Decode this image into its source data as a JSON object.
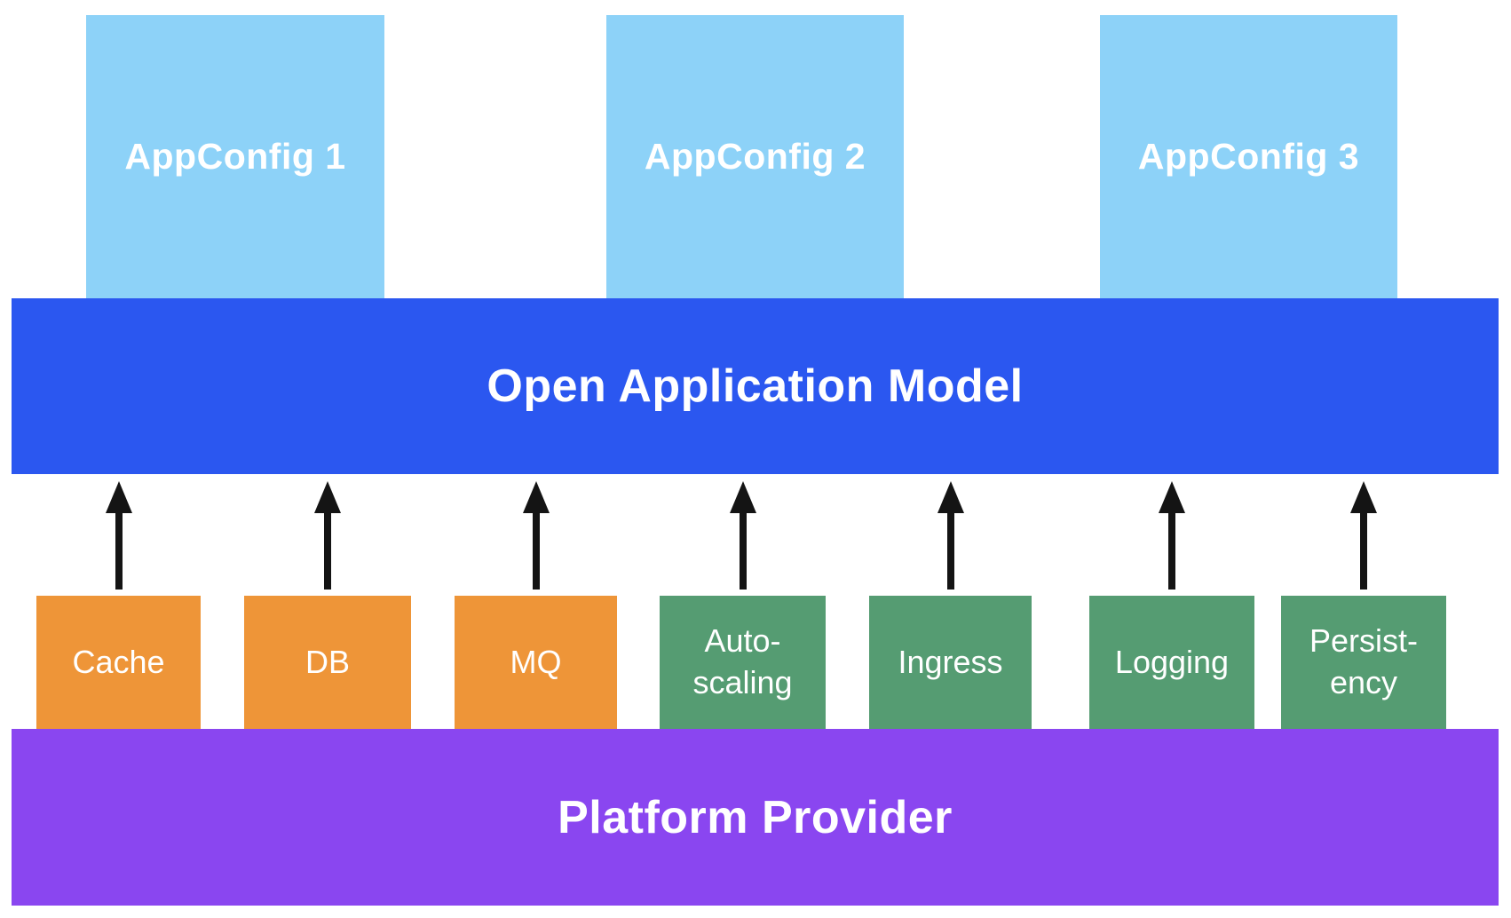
{
  "app_configs": [
    {
      "label": "AppConfig 1"
    },
    {
      "label": "AppConfig 2"
    },
    {
      "label": "AppConfig 3"
    }
  ],
  "oam_layer": {
    "label": "Open Application Model"
  },
  "platform_layer": {
    "label": "Platform Provider"
  },
  "capabilities": [
    {
      "label": "Cache",
      "color_group": "orange"
    },
    {
      "label": "DB",
      "color_group": "orange"
    },
    {
      "label": "MQ",
      "color_group": "orange"
    },
    {
      "label": "Auto-\nscaling",
      "color_group": "green"
    },
    {
      "label": "Ingress",
      "color_group": "green"
    },
    {
      "label": "Logging",
      "color_group": "green"
    },
    {
      "label": "Persist-\nency",
      "color_group": "green"
    }
  ],
  "colors": {
    "appconfig_fill": "#8DD2F8",
    "oam_fill": "#2B57F0",
    "workload_fill": "#EE9538",
    "trait_fill": "#559C72",
    "platform_fill": "#8A46F0",
    "arrow": "#141414",
    "label_text": "#FFFFFF"
  }
}
